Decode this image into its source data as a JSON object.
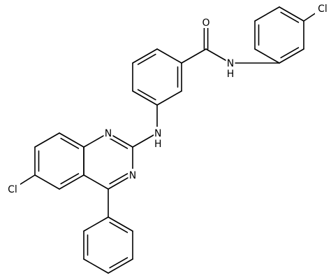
{
  "labels": {
    "o": "O",
    "amide_nh": "N\nH",
    "cl_top": "Cl",
    "bridge_nh": "N\nH",
    "ring_n1": "N",
    "ring_n3": "N",
    "cl_left": "Cl"
  }
}
